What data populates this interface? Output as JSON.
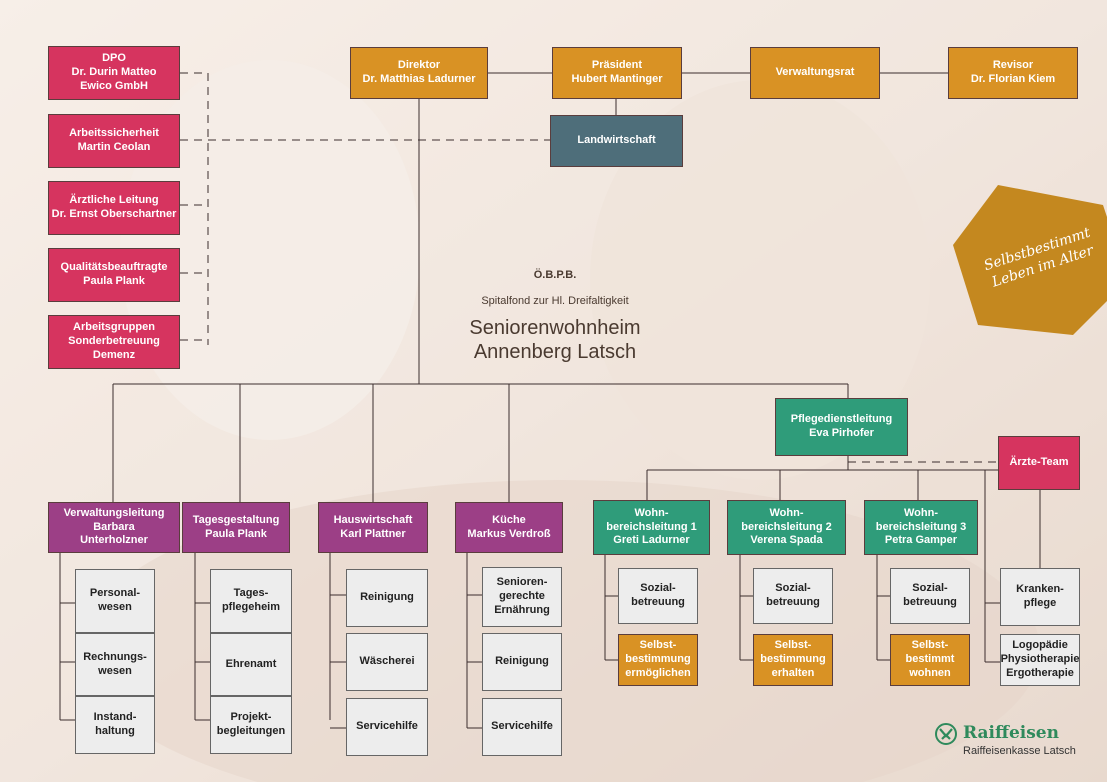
{
  "diagram": {
    "header_small": "Ö.B.P.B.",
    "header_sub": "Spitalfond zur Hl. Dreifaltigkeit",
    "title": "Seniorenwohnheim\nAnnenberg Latsch",
    "badge_text": "Selbstbestimmt\nLeben im Alter",
    "sponsor_name": "Raiffeisen",
    "sponsor_sub": "Raiffeisenkasse Latsch",
    "nodes": [
      {
        "id": "dpo",
        "label": "DPO\nDr. Durin Matteo\nEwico GmbH",
        "color": "pink"
      },
      {
        "id": "arbeitssicherheit",
        "label": "Arbeitssicherheit\nMartin Ceolan",
        "color": "pink"
      },
      {
        "id": "aerztliche-leitung",
        "label": "Ärztliche Leitung\nDr. Ernst Oberschartner",
        "color": "pink"
      },
      {
        "id": "qualitaet",
        "label": "Qualitätsbeauftragte\nPaula Plank",
        "color": "pink"
      },
      {
        "id": "arbeitsgruppen",
        "label": "Arbeitsgruppen\nSonderbetreuung\nDemenz",
        "color": "pink"
      },
      {
        "id": "direktor",
        "label": "Direktor\nDr. Matthias Ladurner",
        "color": "orange"
      },
      {
        "id": "praesident",
        "label": "Präsident\nHubert Mantinger",
        "color": "orange"
      },
      {
        "id": "verwaltungsrat",
        "label": "Verwaltungsrat",
        "color": "orange"
      },
      {
        "id": "revisor",
        "label": "Revisor\nDr. Florian Kiem",
        "color": "orange"
      },
      {
        "id": "landwirtschaft",
        "label": "Landwirtschaft",
        "color": "slate"
      },
      {
        "id": "pflegedienstleitung",
        "label": "Pflegedienstleitung\nEva Pirhofer",
        "color": "green"
      },
      {
        "id": "aerzte-team",
        "label": "Ärzte-Team",
        "color": "pink"
      },
      {
        "id": "verwaltungsleitung",
        "label": "Verwaltungsleitung\nBarbara\nUnterholzner",
        "color": "purple"
      },
      {
        "id": "tagesgestaltung",
        "label": "Tagesgestaltung\nPaula Plank",
        "color": "purple"
      },
      {
        "id": "hauswirtschaft",
        "label": "Hauswirtschaft\nKarl Plattner",
        "color": "purple"
      },
      {
        "id": "kueche",
        "label": "Küche\nMarkus Verdroß",
        "color": "purple"
      },
      {
        "id": "wbl1",
        "label": "Wohn-\nbereichsleitung 1\nGreti Ladurner",
        "color": "green"
      },
      {
        "id": "wbl2",
        "label": "Wohn-\nbereichsleitung 2\nVerena Spada",
        "color": "green"
      },
      {
        "id": "wbl3",
        "label": "Wohn-\nbereichsleitung 3\nPetra Gamper",
        "color": "green"
      },
      {
        "id": "personalwesen",
        "label": "Personal-\nwesen",
        "color": "grey"
      },
      {
        "id": "rechnungswesen",
        "label": "Rechnungs-\nwesen",
        "color": "grey"
      },
      {
        "id": "instandhaltung",
        "label": "Instand-\nhaltung",
        "color": "grey"
      },
      {
        "id": "tagespflegeheim",
        "label": "Tages-\npflegeheim",
        "color": "grey"
      },
      {
        "id": "ehrenamt",
        "label": "Ehrenamt",
        "color": "grey"
      },
      {
        "id": "projektbegleitungen",
        "label": "Projekt-\nbegleitungen",
        "color": "grey"
      },
      {
        "id": "reinigung-hw",
        "label": "Reinigung",
        "color": "grey"
      },
      {
        "id": "waescherei",
        "label": "Wäscherei",
        "color": "grey"
      },
      {
        "id": "servicehilfe-hw",
        "label": "Servicehilfe",
        "color": "grey"
      },
      {
        "id": "seniorengerecht",
        "label": "Senioren-\ngerechte\nErnährung",
        "color": "grey"
      },
      {
        "id": "reinigung-k",
        "label": "Reinigung",
        "color": "grey"
      },
      {
        "id": "servicehilfe-k",
        "label": "Servicehilfe",
        "color": "grey"
      },
      {
        "id": "sozial1",
        "label": "Sozial-\nbetreuung",
        "color": "grey"
      },
      {
        "id": "selbst1",
        "label": "Selbst-\nbestimmung\nermöglichen",
        "color": "orange"
      },
      {
        "id": "sozial2",
        "label": "Sozial-\nbetreuung",
        "color": "grey"
      },
      {
        "id": "selbst2",
        "label": "Selbst-\nbestimmung\nerhalten",
        "color": "orange"
      },
      {
        "id": "sozial3",
        "label": "Sozial-\nbetreuung",
        "color": "grey"
      },
      {
        "id": "selbst3",
        "label": "Selbst-\nbestimmt\nwohnen",
        "color": "orange"
      },
      {
        "id": "krankenpflege",
        "label": "Kranken-\npflege",
        "color": "grey"
      },
      {
        "id": "therapie",
        "label": "Logopädie\nPhysiotherapie\nErgotherapie",
        "color": "grey"
      }
    ]
  }
}
